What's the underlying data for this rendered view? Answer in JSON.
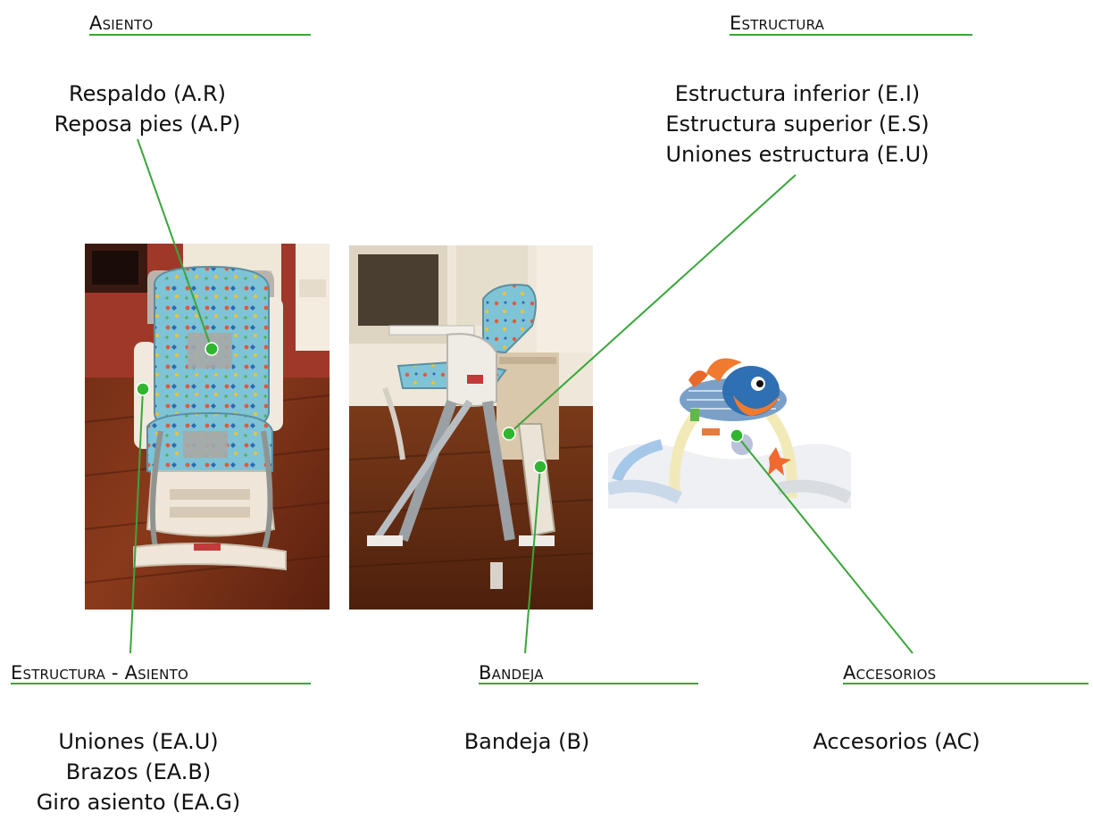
{
  "colors": {
    "accent": "#3aa63a",
    "dot": "#2fb52f"
  },
  "groups": {
    "asiento": {
      "header": "Asiento",
      "items": [
        "Respaldo (A.R)",
        "Reposa pies (A.P)"
      ]
    },
    "estructura": {
      "header": "Estructura",
      "items": [
        "Estructura inferior (E.I)",
        "Estructura superior (E.S)",
        "Uniones estructura (E.U)"
      ]
    },
    "estructura_asiento": {
      "header": "Estructura - Asiento",
      "items": [
        "Uniones (EA.U)",
        "Brazos (EA.B)",
        "Giro asiento (EA.G)"
      ]
    },
    "bandeja": {
      "header": "Bandeja",
      "items": [
        "Bandeja (B)"
      ]
    },
    "accesorios": {
      "header": "Accesorios",
      "items": [
        "Accesorios (AC)"
      ]
    }
  },
  "photos": {
    "front": "high-chair-front-photo",
    "side": "high-chair-side-photo",
    "toy": "toy-arch-photo"
  }
}
